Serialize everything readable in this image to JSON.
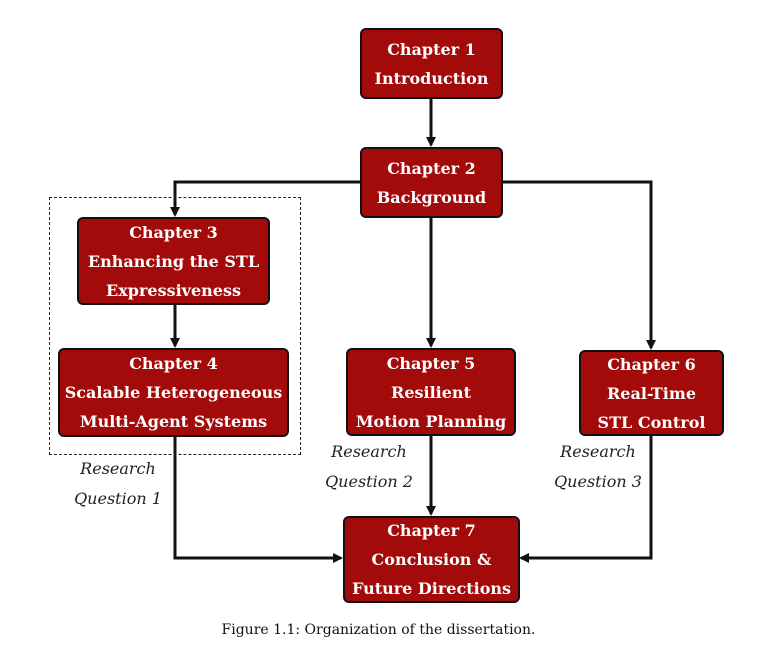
{
  "nodes": {
    "ch1": {
      "line1": "Chapter 1",
      "line2": "Introduction"
    },
    "ch2": {
      "line1": "Chapter 2",
      "line2": "Background"
    },
    "ch3": {
      "line1": "Chapter 3",
      "line2": "Enhancing the STL",
      "line3": "Expressiveness"
    },
    "ch4": {
      "line1": "Chapter 4",
      "line2": "Scalable Heterogeneous",
      "line3": "Multi-Agent Systems"
    },
    "ch5": {
      "line1": "Chapter 5",
      "line2": "Resilient",
      "line3": "Motion Planning"
    },
    "ch6": {
      "line1": "Chapter 6",
      "line2": "Real-Time",
      "line3": "STL Control"
    },
    "ch7": {
      "line1": "Chapter 7",
      "line2": "Conclusion &",
      "line3": "Future Directions"
    }
  },
  "research_questions": {
    "rq1": {
      "line1": "Research",
      "line2": "Question 1"
    },
    "rq2": {
      "line1": "Research",
      "line2": "Question 2"
    },
    "rq3": {
      "line1": "Research",
      "line2": "Question 3"
    }
  },
  "caption": "Figure 1.1: Organization of the dissertation.",
  "colors": {
    "box_fill": "#a30b0b",
    "box_text": "#ffffff",
    "arrow": "#111111"
  }
}
